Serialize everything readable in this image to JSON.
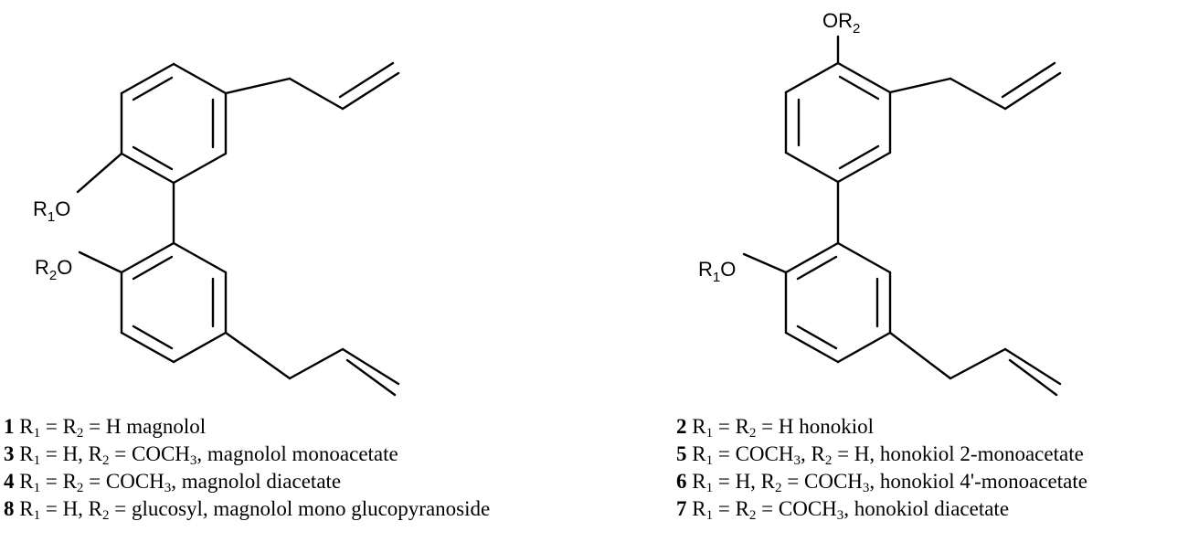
{
  "structure_left": {
    "atom_labels": [
      {
        "id": "r1o",
        "main": "R",
        "sub": "1",
        "tail": "O"
      },
      {
        "id": "r2o",
        "main": "R",
        "sub": "2",
        "tail": "O"
      }
    ]
  },
  "structure_right": {
    "atom_labels": [
      {
        "id": "or2",
        "main": "OR",
        "sub": "2",
        "tail": ""
      },
      {
        "id": "r1o",
        "main": "R",
        "sub": "1",
        "tail": "O"
      }
    ]
  },
  "legend_left": [
    {
      "num": "1",
      "pre": "R",
      "s1": "1",
      "mid": " = R",
      "s2": "2",
      "post": " = H magnolol",
      "s3": "",
      "end": ""
    },
    {
      "num": "3",
      "pre": "R",
      "s1": "1",
      "mid": " = H, R",
      "s2": "2",
      "post": " = COCH",
      "s3": "3",
      "end": ", magnolol monoacetate"
    },
    {
      "num": "4",
      "pre": "R",
      "s1": "1",
      "mid": " =  R",
      "s2": "2",
      "post": " = COCH",
      "s3": "3",
      "end": ", magnolol diacetate"
    },
    {
      "num": "8",
      "pre": "R",
      "s1": "1",
      "mid": " = H, R",
      "s2": "2",
      "post": " = glucosyl, magnolol mono glucopyranoside",
      "s3": "",
      "end": ""
    }
  ],
  "legend_right": [
    {
      "num": "2",
      "pre": "R",
      "s1": "1",
      "mid": " = R",
      "s2": "2",
      "post": " = H honokiol",
      "s3": "",
      "end": ""
    },
    {
      "num": "5",
      "pre": "R",
      "s1": "1",
      "mid": " = COCH",
      "s2": "3",
      "post": ", R",
      "s3": "2",
      "end": " = H, honokiol 2-monoacetate"
    },
    {
      "num": "6",
      "pre": "R",
      "s1": "1",
      "mid": " = H, R",
      "s2": "2",
      "post": " = COCH",
      "s3": "3",
      "end": ", honokiol 4'-monoacetate"
    },
    {
      "num": "7",
      "pre": "R",
      "s1": "1",
      "mid": " =  R",
      "s2": "2",
      "post": " = COCH",
      "s3": "3",
      "end": ", honokiol diacetate"
    }
  ]
}
